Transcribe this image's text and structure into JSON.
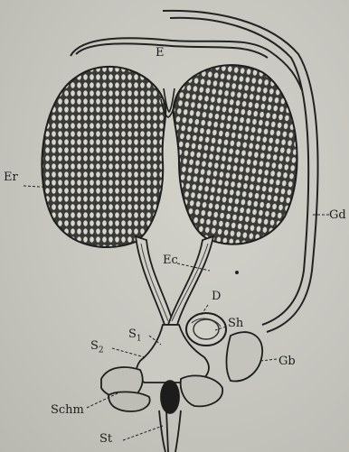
{
  "figure": {
    "labels": {
      "E": "E",
      "Er": "Er",
      "Ec": "Ec",
      "D": "D",
      "Sh": "Sh",
      "S1": "S",
      "S1_sub": "1",
      "S2": "S",
      "S2_sub": "2",
      "Gb": "Gb",
      "Gd": "Gd",
      "Schm": "Schm",
      "St": "St"
    }
  }
}
